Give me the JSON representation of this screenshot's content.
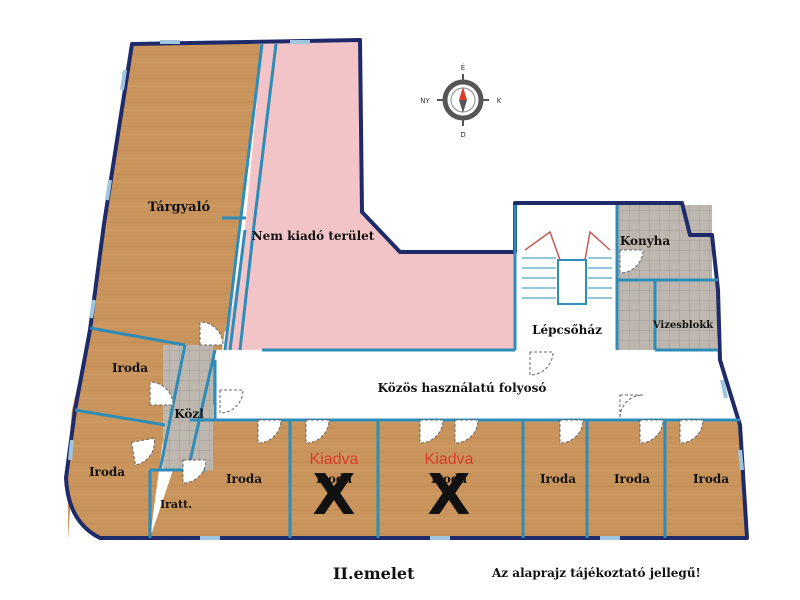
{
  "plan": {
    "floor_label": "II.emelet",
    "disclaimer": "Az alaprajz tájékoztató jellegű!",
    "rooms": {
      "targyalo": "Tárgyaló",
      "nem_kiado": "Nem kiadó terület",
      "lepcsohaz": "Lépcsőház",
      "konyha": "Konyha",
      "vizesblokk": "Vizesblokk",
      "folyoso": "Közös használatú folyosó",
      "iroda_left_top": "Iroda",
      "iroda_left_bottom": "Iroda",
      "kozl": "Közl",
      "iratt": "Iratt.",
      "iroda_b1": "Iroda",
      "iroda_b2": "Iroda",
      "iroda_b3": "Iroda",
      "iroda_b4": "Iroda",
      "iroda_b5": "Iroda",
      "iroda_b6": "Iroda"
    },
    "rented_label": "Kiadva",
    "rented_mark": "X",
    "compass": {
      "n": "É",
      "s": "D",
      "e": "K",
      "w": "NY"
    },
    "colors": {
      "wall": "#1f2a6b",
      "inner_wall": "#2d8cb8",
      "wood": "#c8965e",
      "pink": "#f2c4c8",
      "tile": "#b8b3ad",
      "rented_text": "#d93a2b"
    }
  }
}
